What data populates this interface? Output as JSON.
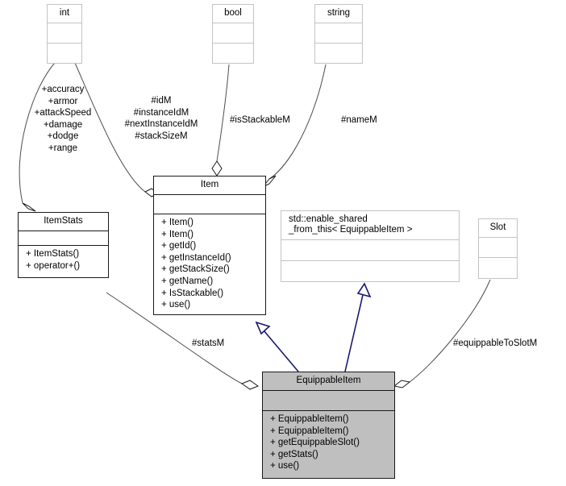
{
  "diagram": {
    "kind": "uml-class-diagram",
    "colors": {
      "background": "#ffffff",
      "node_border": "#1a1a1a",
      "external_node_border": "#c3c3c3",
      "highlight_fill": "#bfbfbf",
      "association_line": "#4d4d4d",
      "inheritance_arrow": "#191970",
      "text": "#000000"
    },
    "nodes": [
      {
        "id": "int",
        "name": "int",
        "title": "int",
        "style": "faint",
        "attributes": [],
        "operations": []
      },
      {
        "id": "bool",
        "name": "bool",
        "title": "bool",
        "style": "faint",
        "attributes": [],
        "operations": []
      },
      {
        "id": "string",
        "name": "string",
        "title": "string",
        "style": "faint",
        "attributes": [],
        "operations": []
      },
      {
        "id": "itemstats",
        "name": "ItemStats",
        "title": "ItemStats",
        "style": "solid",
        "attributes": [],
        "operations": [
          "+ ItemStats()",
          "+ operator+()"
        ]
      },
      {
        "id": "item",
        "name": "Item",
        "title": "Item",
        "style": "solid",
        "attributes": [],
        "operations": [
          "+ Item()",
          "+ Item()",
          "+ getId()",
          "+ getInstanceId()",
          "+ getStackSize()",
          "+ getName()",
          "+ IsStackable()",
          "+ use()"
        ]
      },
      {
        "id": "enable-shared-from-this",
        "name": "std::enable_shared_from_this< EquippableItem >",
        "title_line1": "std::enable_shared",
        "title_line2": "_from_this< EquippableItem >",
        "style": "faint",
        "attributes": [],
        "operations": []
      },
      {
        "id": "slot",
        "name": "Slot",
        "title": "Slot",
        "style": "faint",
        "attributes": [],
        "operations": []
      },
      {
        "id": "equippableitem",
        "name": "EquippableItem",
        "title": "EquippableItem",
        "style": "solid filled",
        "attributes": [],
        "operations": [
          "+ EquippableItem()",
          "+ EquippableItem()",
          "+ getEquippableSlot()",
          "+ getStats()",
          "+ use()"
        ]
      }
    ],
    "edge_labels": {
      "int_to_itemstats": "+accuracy\n+armor\n+attackSpeed\n+damage\n+dodge\n+range",
      "int_to_item": "#idM\n#instanceIdM\n#nextInstanceIdM\n#stackSizeM",
      "bool_to_item": "#isStackableM",
      "string_to_item": "#nameM",
      "itemstats_to_equippableitem": "#statsM",
      "slot_to_equippableitem": "#equippableToSlotM"
    },
    "relations": [
      {
        "from": "int",
        "to": "itemstats",
        "type": "aggregation",
        "label": "int_to_itemstats"
      },
      {
        "from": "int",
        "to": "item",
        "type": "aggregation",
        "label": "int_to_item"
      },
      {
        "from": "bool",
        "to": "item",
        "type": "aggregation",
        "label": "bool_to_item"
      },
      {
        "from": "string",
        "to": "item",
        "type": "aggregation",
        "label": "string_to_item"
      },
      {
        "from": "itemstats",
        "to": "equippableitem",
        "type": "aggregation",
        "label": "itemstats_to_equippableitem"
      },
      {
        "from": "slot",
        "to": "equippableitem",
        "type": "aggregation",
        "label": "slot_to_equippableitem"
      },
      {
        "from": "equippableitem",
        "to": "item",
        "type": "inheritance"
      },
      {
        "from": "equippableitem",
        "to": "enable-shared-from-this",
        "type": "inheritance"
      }
    ]
  }
}
